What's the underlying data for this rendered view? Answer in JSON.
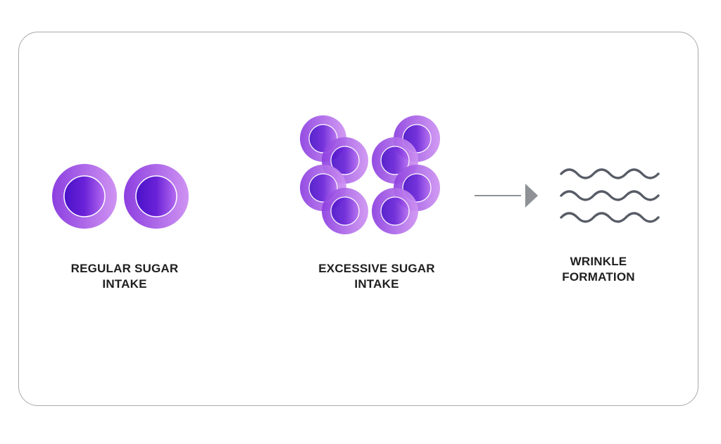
{
  "panels": {
    "regular": {
      "line1": "REGULAR SUGAR",
      "line2": "INTAKE"
    },
    "excessive": {
      "line1": "EXCESSIVE SUGAR",
      "line2": "INTAKE"
    },
    "wrinkle": {
      "line1": "WRINKLE",
      "line2": "FORMATION"
    }
  },
  "colors": {
    "outer_ring_light": "#c98af0",
    "outer_ring_dark": "#8a3ee0",
    "core_light": "#a35ae8",
    "core_dark": "#4a12c8",
    "arrow": "#8e9196",
    "wave": "#575c66",
    "border": "#a9a9a9"
  },
  "icons": [
    "sugar-molecule-icon",
    "arrow-right-icon",
    "wrinkle-wave-icon"
  ]
}
